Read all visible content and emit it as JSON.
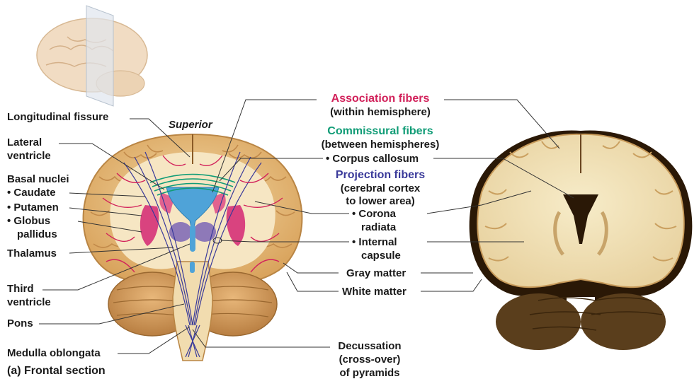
{
  "title": "(a) Frontal section",
  "orientation": "Superior",
  "colors": {
    "association": "#d2225b",
    "commissural": "#109c76",
    "projection": "#3a3a9a",
    "brain_outer": "#e9c17f",
    "white_matter": "#f6e6c3",
    "basal_nuclei": "#d9437f",
    "ventricle": "#4fa3d8",
    "thalamus": "#8e79b8",
    "photo_bg": "#2a1806"
  },
  "left_labels": {
    "longitudinal_fissure": "Longitudinal fissure",
    "lateral_ventricle_1": "Lateral",
    "lateral_ventricle_2": "ventricle",
    "basal_nuclei": "Basal nuclei",
    "caudate": "• Caudate",
    "putamen": "• Putamen",
    "globus_1": "• Globus",
    "globus_2": "pallidus",
    "thalamus": "Thalamus",
    "third_ventricle_1": "Third",
    "third_ventricle_2": "ventricle",
    "pons": "Pons",
    "medulla": "Medulla oblongata"
  },
  "center_labels": {
    "association_title": "Association fibers",
    "association_sub": "(within hemisphere)",
    "commissural_title": "Commissural fibers",
    "commissural_sub": "(between hemispheres)",
    "corpus_callosum": "• Corpus callosum",
    "projection_title": "Projection fibers",
    "projection_sub_1": "(cerebral cortex",
    "projection_sub_2": "to lower area)",
    "corona_1": "• Corona",
    "corona_2": "radiata",
    "internal_1": "• Internal",
    "internal_2": "capsule",
    "gray_matter": "Gray matter",
    "white_matter": "White matter",
    "decussation_1": "Decussation",
    "decussation_2": "(cross-over)",
    "decussation_3": "of pyramids"
  }
}
